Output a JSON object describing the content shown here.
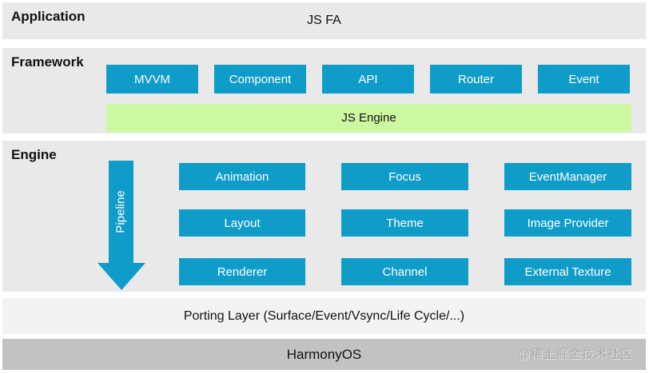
{
  "layers": {
    "application": {
      "label": "Application",
      "content": "JS FA"
    },
    "framework": {
      "label": "Framework",
      "modules": [
        "MVVM",
        "Component",
        "API",
        "Router",
        "Event"
      ],
      "engine_bar": "JS Engine"
    },
    "engine": {
      "label": "Engine",
      "pipeline_label": "Pipeline",
      "modules": [
        "Animation",
        "Focus",
        "EventManager",
        "Layout",
        "Theme",
        "Image Provider",
        "Renderer",
        "Channel",
        "External Texture"
      ]
    },
    "porting": {
      "label": "Porting Layer (Surface/Event/Vsync/Life Cycle/...)"
    },
    "os": {
      "label": "HarmonyOS"
    }
  },
  "watermark": "@稀土掘金技术社区",
  "colors": {
    "band-gray": "#e9e9e9",
    "porting-gray": "#f3f3f3",
    "os-gray": "#c2c2c2",
    "module-blue": "#0f9cc9",
    "engine-green": "#cdf8a2",
    "module-text": "#ffffff",
    "watermark-gray": "#a9a9a9"
  }
}
